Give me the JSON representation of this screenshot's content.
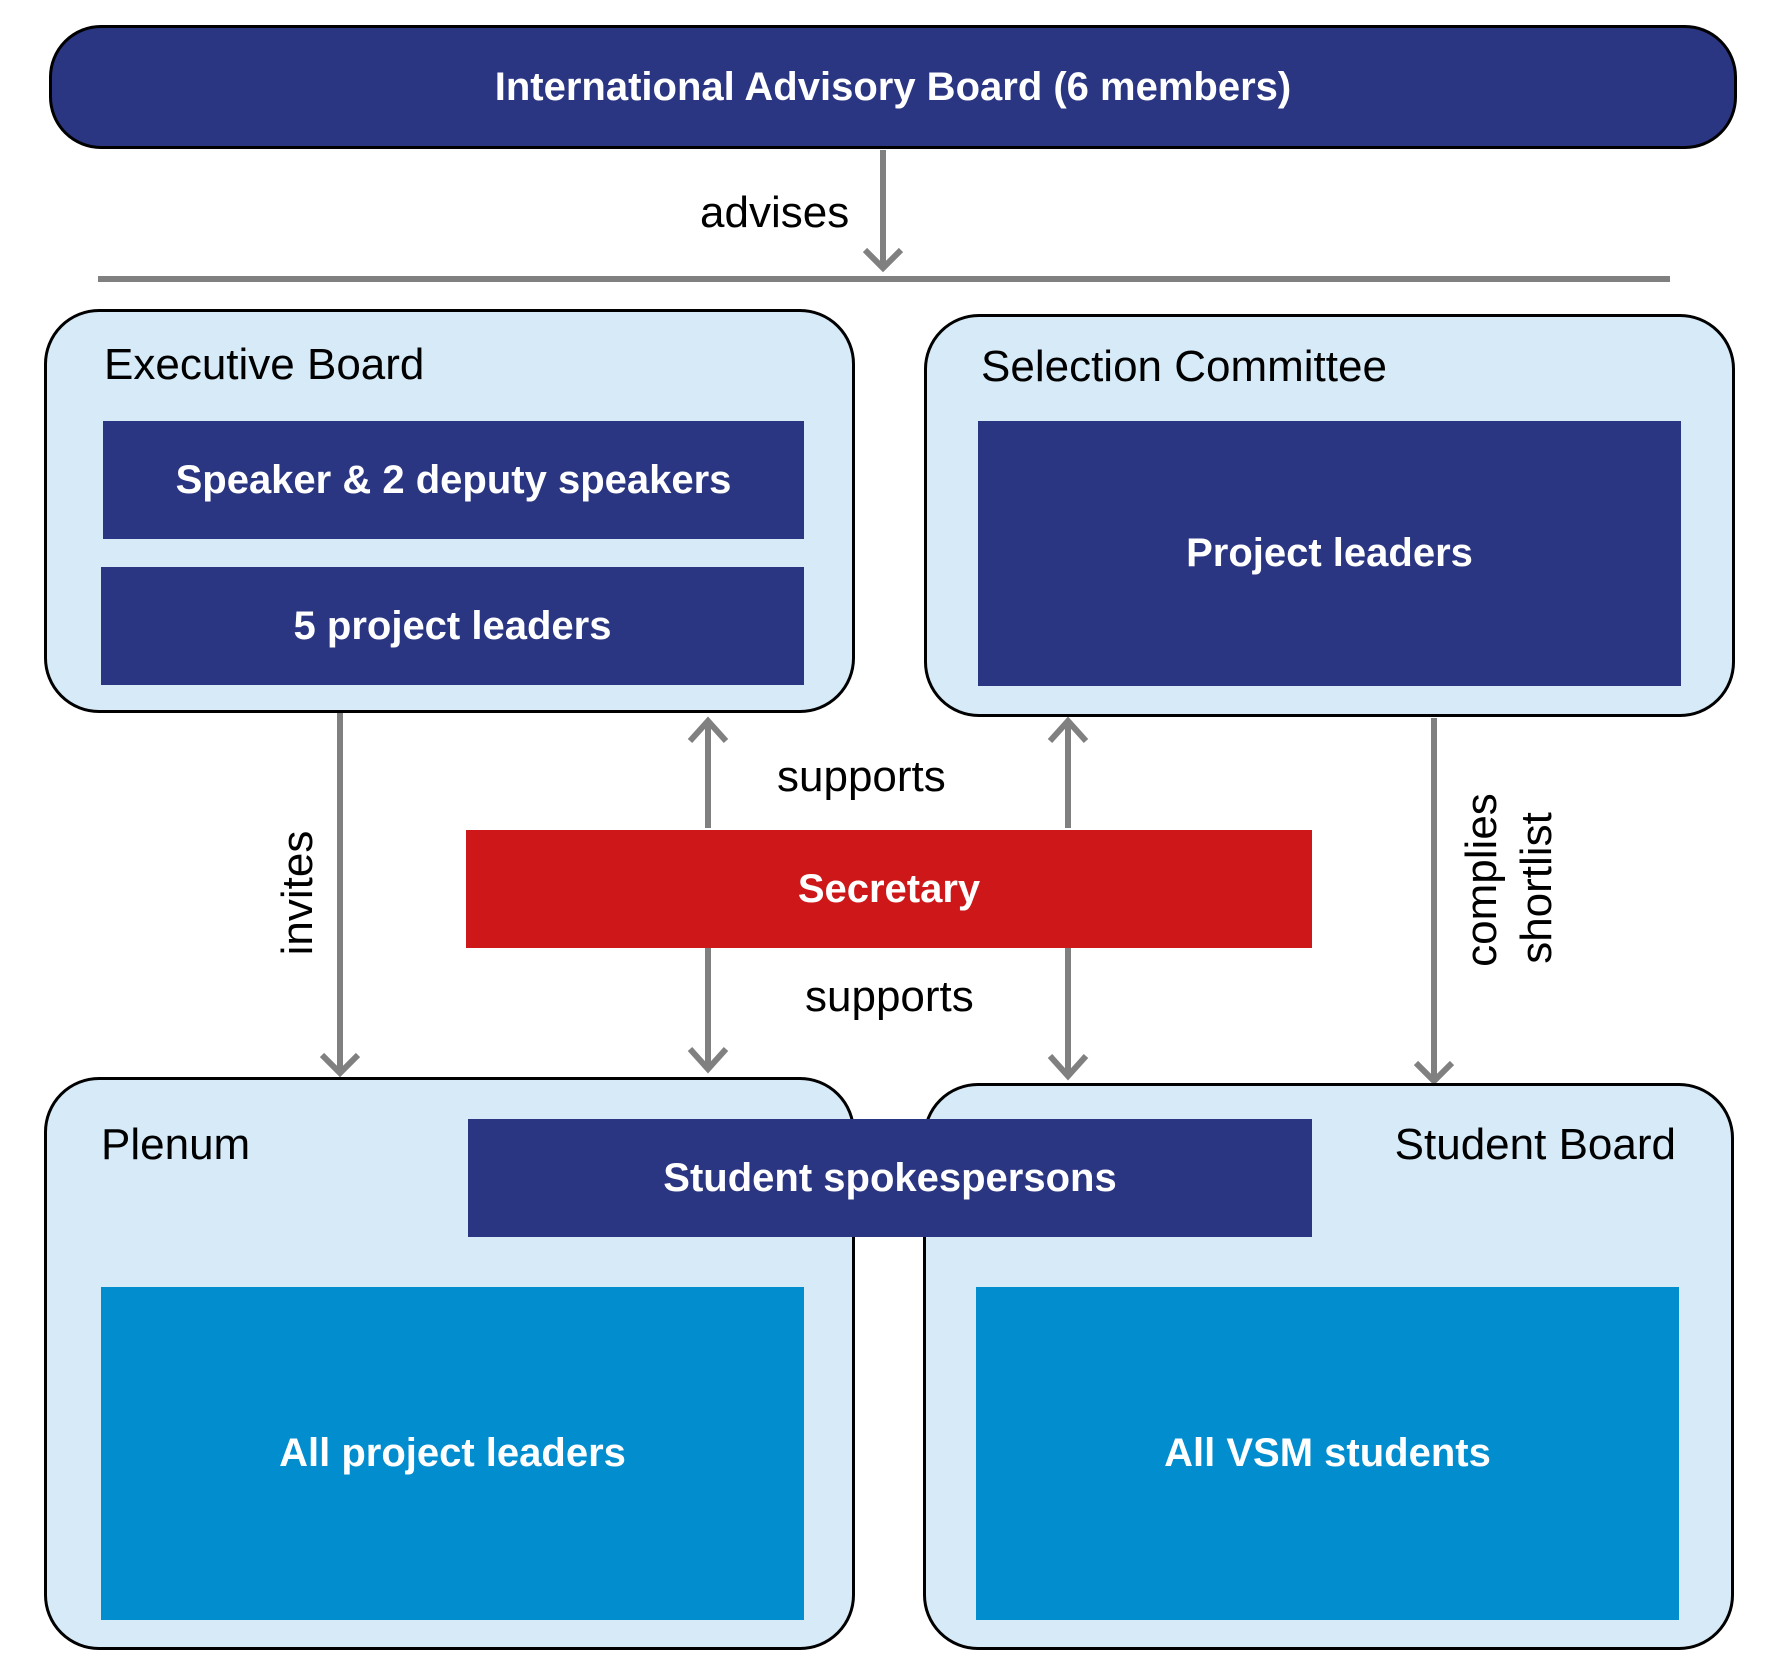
{
  "diagram": {
    "advisory_board": {
      "label": "International Advisory Board (6 members)"
    },
    "executive_board": {
      "title": "Executive Board",
      "speakers": "Speaker & 2 deputy speakers",
      "project_leaders": "5 project leaders"
    },
    "selection_committee": {
      "title": "Selection Committee",
      "project_leaders": "Project leaders"
    },
    "secretary": {
      "label": "Secretary"
    },
    "plenum": {
      "title": "Plenum",
      "members": "All project leaders"
    },
    "student_board": {
      "title": "Student Board",
      "members": "All VSM students"
    },
    "student_spokespersons": {
      "label": "Student spokespersons"
    },
    "edges": {
      "advises": "advises",
      "invites": "invites",
      "supports_top": "supports",
      "supports_bottom": "supports",
      "complies": "complies",
      "shortlist": "shortlist"
    }
  },
  "colors": {
    "navy": "#2b3682",
    "light_blue": "#d6eaf8",
    "cyan": "#028dcf",
    "red": "#cd1719",
    "arrow_gray": "#808080"
  }
}
